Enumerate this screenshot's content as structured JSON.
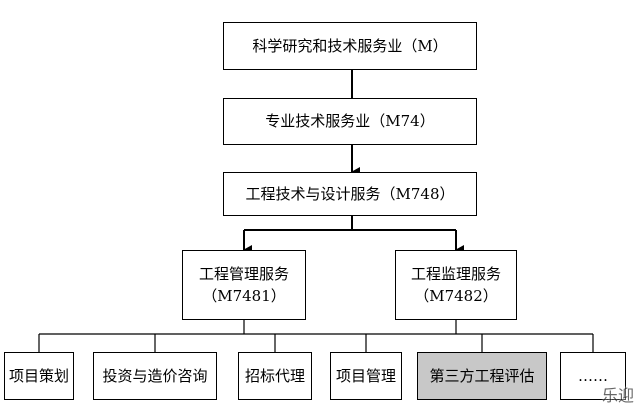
{
  "nodes": {
    "level1": {
      "label": "科学研究和技术服务业（M）"
    },
    "level2": {
      "label": "专业技术服务业（M74）"
    },
    "level3": {
      "label": "工程技术与设计服务（M748）"
    },
    "level4a": {
      "line1": "工程管理服务",
      "line2": "（M7481）"
    },
    "level4b": {
      "line1": "工程监理服务",
      "line2": "（M7482）"
    },
    "leaves": [
      {
        "label": "项目策划"
      },
      {
        "label": "投资与造价咨询"
      },
      {
        "label": "招标代理"
      },
      {
        "label": "项目管理"
      },
      {
        "label": "第三方工程评估",
        "highlight": "#c8c8c8"
      },
      {
        "label": "……"
      }
    ]
  },
  "watermark": {
    "text": "乐迎"
  },
  "colors": {
    "line": "#000000",
    "highlight_fill": "#c8c8c8",
    "background": "#ffffff"
  }
}
